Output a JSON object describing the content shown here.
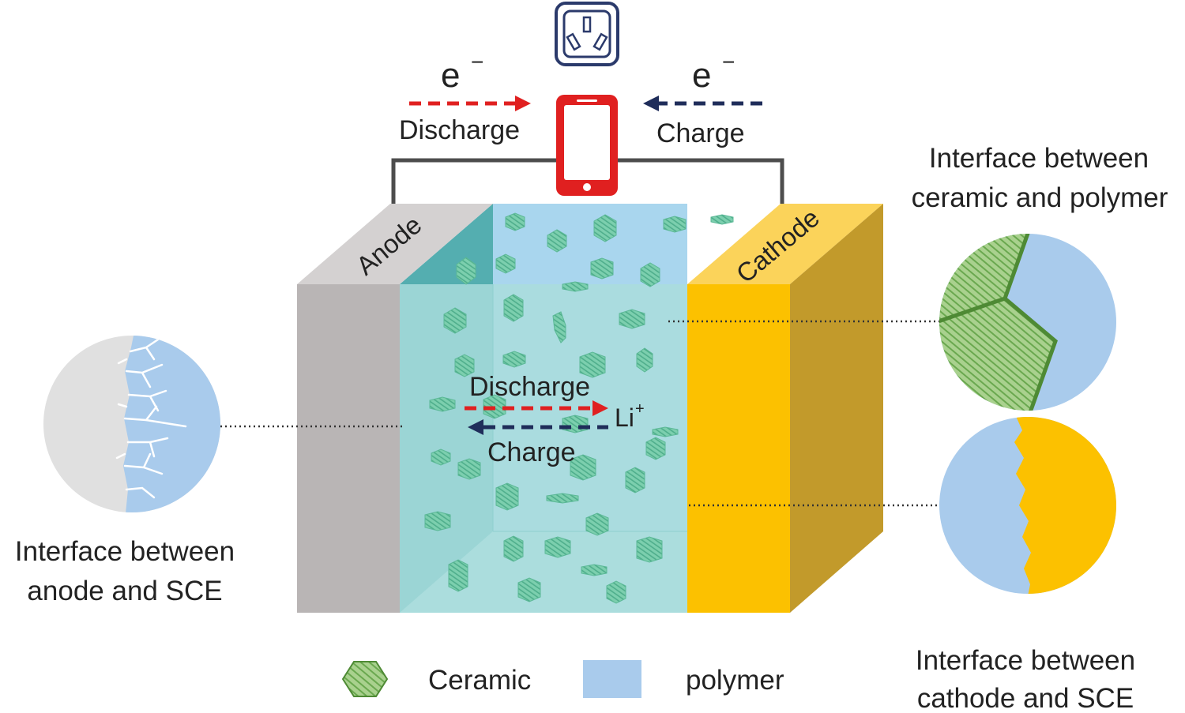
{
  "top": {
    "electron_left": "e",
    "electron_right": "e",
    "electron_sup": "−",
    "discharge_label": "Discharge",
    "charge_label": "Charge"
  },
  "cell": {
    "anode_label": "Anode",
    "cathode_label": "Cathode",
    "ion_discharge_label": "Discharge",
    "ion_charge_label": "Charge",
    "ion_label": "Li",
    "ion_sup": "+"
  },
  "callouts": {
    "anode_interface_line1": "Interface between",
    "anode_interface_line2": "anode and SCE",
    "ceramic_interface_line1": "Interface between",
    "ceramic_interface_line2": "ceramic and polymer",
    "cathode_interface_line1": "Interface between",
    "cathode_interface_line2": "cathode and SCE"
  },
  "legend": {
    "ceramic_label": "Ceramic",
    "polymer_label": "polymer"
  },
  "colors": {
    "discharge_arrow": "#e02020",
    "charge_arrow": "#1f2d5a",
    "phone": "#e02020",
    "outlet": "#2b3a6b",
    "anode": "#b9b5b5",
    "cathode": "#fcc100",
    "electrolyte": "#a8dcdc",
    "polymer": "#a9cbec",
    "ceramic": "#8fc46c"
  }
}
